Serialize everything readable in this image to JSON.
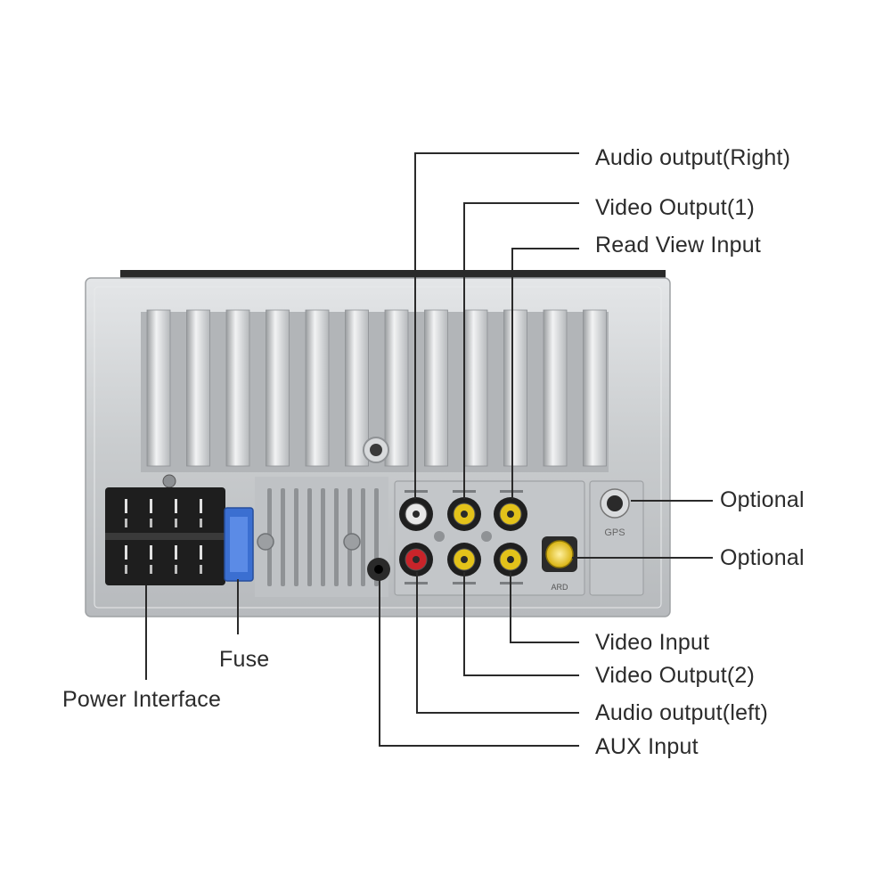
{
  "labels": {
    "audio_output_right": "Audio output(Right)",
    "video_output_1": "Video Output(1)",
    "read_view_input": "Read View Input",
    "optional_1": "Optional",
    "optional_2": "Optional",
    "video_input": "Video Input",
    "video_output_2": "Video Output(2)",
    "audio_output_left": "Audio output(left)",
    "aux_input": "AUX Input",
    "fuse": "Fuse",
    "power_interface": "Power Interface"
  },
  "panel_marks": {
    "gps": "GPS",
    "ard": "ARD"
  },
  "colors": {
    "housing": "#c9ccce",
    "connector": "#1e1e1e",
    "fuse": "#3b6fd1",
    "rca_white": "#e8e8e8",
    "rca_red": "#c8242a",
    "rca_yellow": "#e3c21a",
    "leader_line": "#2a2a2a",
    "label_text": "#2b2b2b"
  }
}
